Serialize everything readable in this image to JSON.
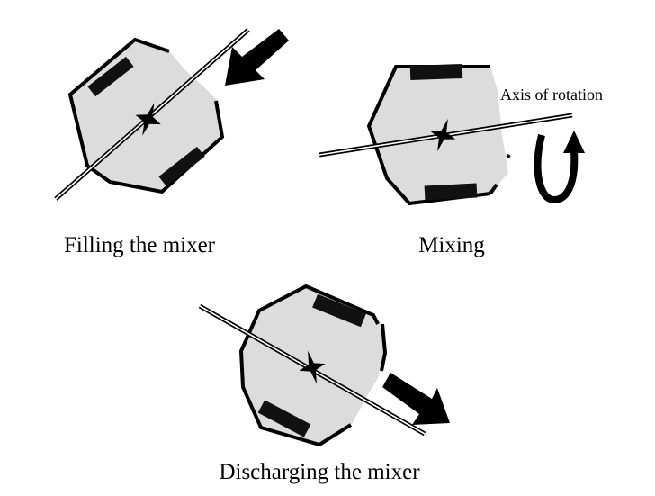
{
  "colors": {
    "drum_fill": "#dcdcdc",
    "outline": "#000000",
    "background": "#ffffff"
  },
  "icons": [
    "rotation-arrow-icon",
    "fill-direction-arrow-icon",
    "discharge-direction-arrow-icon",
    "rotation-center-star-icon"
  ],
  "stages": {
    "filling": {
      "caption": "Filling the mixer"
    },
    "mixing": {
      "caption": "Mixing",
      "axis_label": "Axis of rotation"
    },
    "discharging": {
      "caption": "Discharging the mixer"
    }
  }
}
